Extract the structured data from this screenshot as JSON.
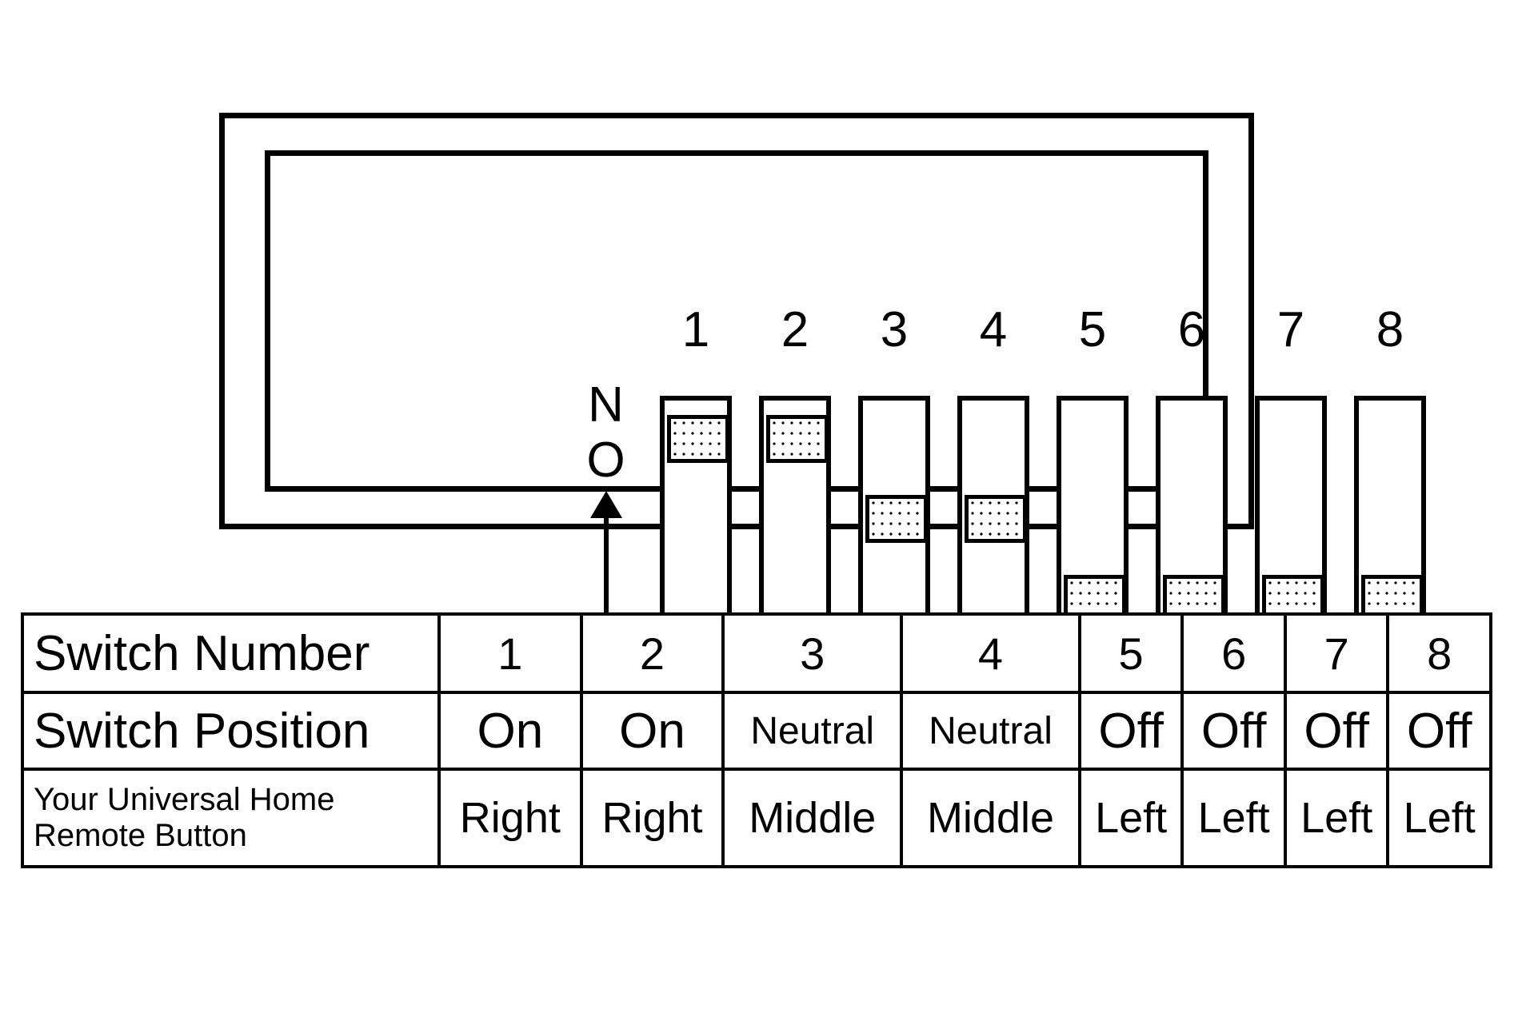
{
  "diagram": {
    "name": "dip-switch-bank",
    "on_label": "ON",
    "switch_count": 8,
    "switches": [
      {
        "number": "1",
        "slider_position": "top"
      },
      {
        "number": "2",
        "slider_position": "top"
      },
      {
        "number": "3",
        "slider_position": "middle"
      },
      {
        "number": "4",
        "slider_position": "middle"
      },
      {
        "number": "5",
        "slider_position": "bottom"
      },
      {
        "number": "6",
        "slider_position": "bottom"
      },
      {
        "number": "7",
        "slider_position": "bottom"
      },
      {
        "number": "8",
        "slider_position": "bottom"
      }
    ]
  },
  "table": {
    "rows": [
      {
        "label": "Switch Number",
        "label_lines": [
          "Switch Number"
        ],
        "cells": [
          "1",
          "2",
          "3",
          "4",
          "5",
          "6",
          "7",
          "8"
        ]
      },
      {
        "label": "Switch Position",
        "label_lines": [
          "Switch Position"
        ],
        "cells": [
          "On",
          "On",
          "Neutral",
          "Neutral",
          "Off",
          "Off",
          "Off",
          "Off"
        ]
      },
      {
        "label": "Your Universal Home Remote Button",
        "label_lines": [
          "Your Universal Home",
          "Remote Button"
        ],
        "cells": [
          "Right",
          "Right",
          "Middle",
          "Middle",
          "Left",
          "Left",
          "Left",
          "Left"
        ]
      }
    ]
  },
  "colors": {
    "ink": "#000000",
    "paper": "#ffffff"
  }
}
